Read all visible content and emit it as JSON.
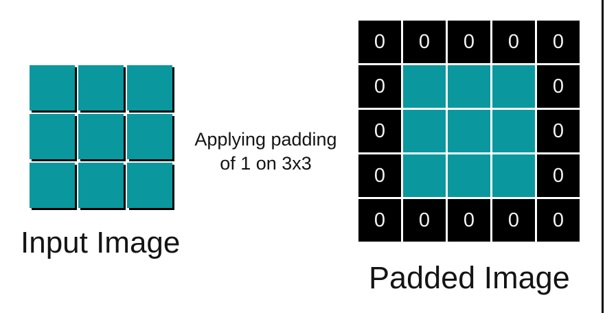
{
  "colors": {
    "background": "#ffffff",
    "teal": "#0a989e",
    "black": "#000000",
    "shadow": "#000000",
    "zero_text": "#f2f2f2",
    "label_text": "#141414"
  },
  "input": {
    "label": "Input Image",
    "rows": 3,
    "cols": 3
  },
  "caption": {
    "line1": "Applying padding",
    "line2": "of 1 on 3x3"
  },
  "padded": {
    "label": "Padded Image",
    "rows": 5,
    "cols": 5,
    "cells": [
      [
        "0",
        "0",
        "0",
        "0",
        "0"
      ],
      [
        "0",
        "",
        "",
        "",
        "0"
      ],
      [
        "0",
        "",
        "",
        "",
        "0"
      ],
      [
        "0",
        "",
        "",
        "",
        "0"
      ],
      [
        "0",
        "0",
        "0",
        "0",
        "0"
      ]
    ]
  }
}
